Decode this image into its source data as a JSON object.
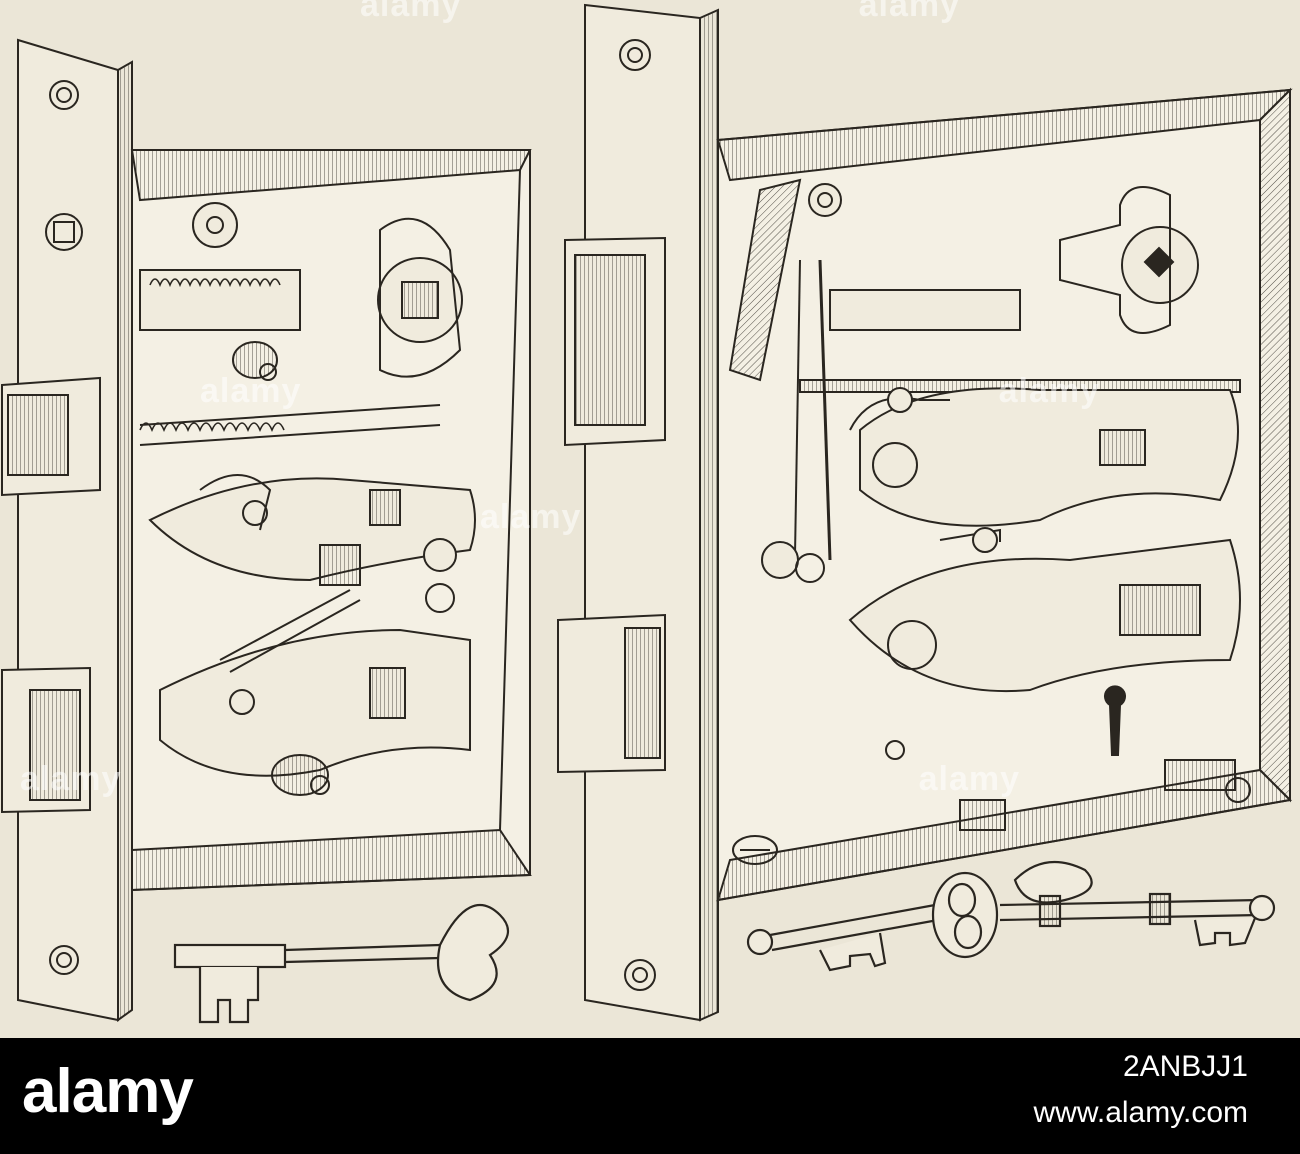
{
  "watermark": {
    "brand": "alamy",
    "marks": [
      "alamy",
      "alamy",
      "alamy",
      "alamy",
      "alamy",
      "alamy",
      "alamy"
    ]
  },
  "footer": {
    "logo": "alamy",
    "image_id": "2ANBJJ1",
    "url": "www.alamy.com"
  },
  "colors": {
    "paper": "#ebe6d7",
    "ink": "#2a2620",
    "footer": "#000000"
  },
  "illustration": {
    "subject": "two mortise locks with keys",
    "icons": [
      "mortise-lock-left",
      "mortise-lock-right",
      "key-single",
      "key-pair"
    ]
  }
}
